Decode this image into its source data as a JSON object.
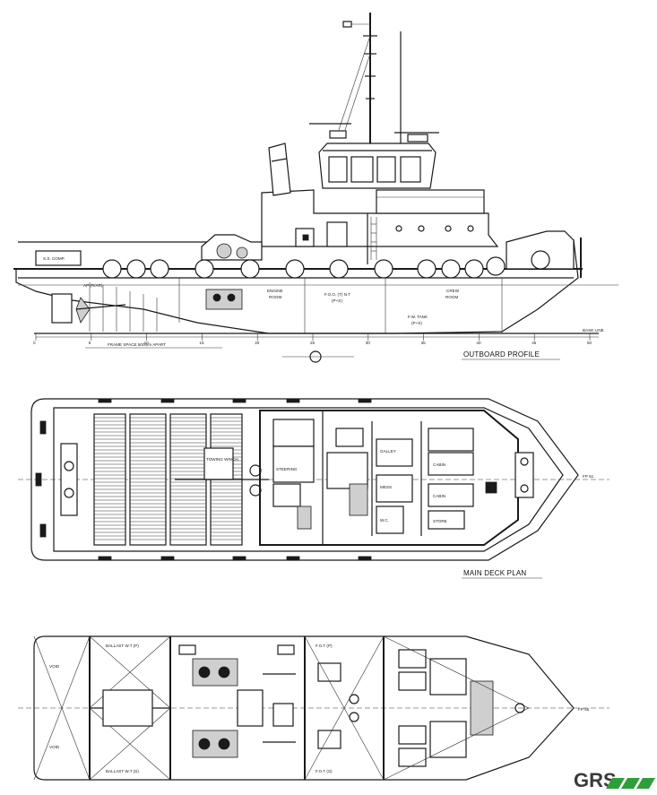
{
  "views": {
    "profile": {
      "title": "OUTBOARD PROFILE",
      "labels": {
        "ss_comp": "S.S. COMP.",
        "ap_ar": "AP (R/AR)",
        "engine_room_1": "ENGINE",
        "engine_room_2": "ROOM",
        "fuel_1": "F.O.O. (T) N.T",
        "fuel_2": "(P+S)",
        "crew_room_1": "CREW",
        "crew_room_2": "ROOM",
        "fw_tank_1": "F.W. TANK",
        "fw_tank_2": "(P+S)",
        "frame_spacing": "FRAME SPACE 500mm APART",
        "base_line": "BASE LINE"
      },
      "frame_ticks": [
        "0",
        "5",
        "10",
        "15",
        "20",
        "25",
        "30",
        "35",
        "40",
        "45",
        "50"
      ]
    },
    "main_deck": {
      "title": "MAIN DECK PLAN",
      "labels": {
        "towing_winch": "TOWING WINCH",
        "steering": "STEERING",
        "galley": "GALLEY",
        "mess": "MESS",
        "cabin_1": "CABIN",
        "cabin_2": "CABIN",
        "wc": "W.C.",
        "store": "STORE",
        "fp": "FP 51"
      }
    },
    "tank_top": {
      "labels": {
        "ballast_p": "BALLAST W.T (P)",
        "ballast_s": "BALLAST W.T (S)",
        "fuel_p": "F.O.T (P)",
        "fuel_s": "F.O.T (S)",
        "void_p": "VOID",
        "void_s": "VOID",
        "fp": "FP 55"
      }
    }
  },
  "brand": {
    "logo_text": "GRS",
    "accent": "#2e9e3a"
  },
  "colors": {
    "line": "#1a1a1a",
    "hatch": "#cfcfcf"
  }
}
